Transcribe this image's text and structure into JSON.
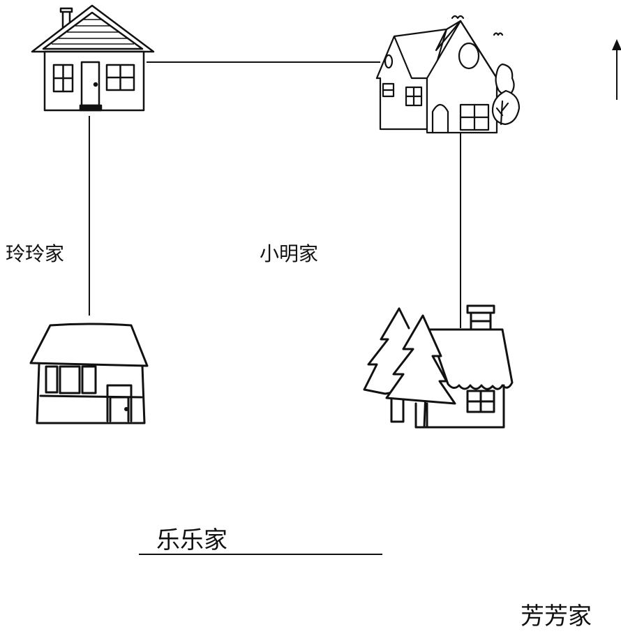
{
  "labels": {
    "linling": "玲玲家",
    "xiaoming": "小明家",
    "lele": "乐乐家",
    "fangfang": "芳芳家"
  },
  "icons": {
    "north_arrow": "north-arrow-icon",
    "house_top_left": "gabled-house-icon",
    "house_top_right": "cottage-with-tree-icon",
    "house_bottom_left": "hand-drawn-house-icon",
    "house_bottom_right": "snowy-cabin-with-pine-trees-icon"
  },
  "colors": {
    "stroke": "#111111",
    "background": "#ffffff"
  }
}
